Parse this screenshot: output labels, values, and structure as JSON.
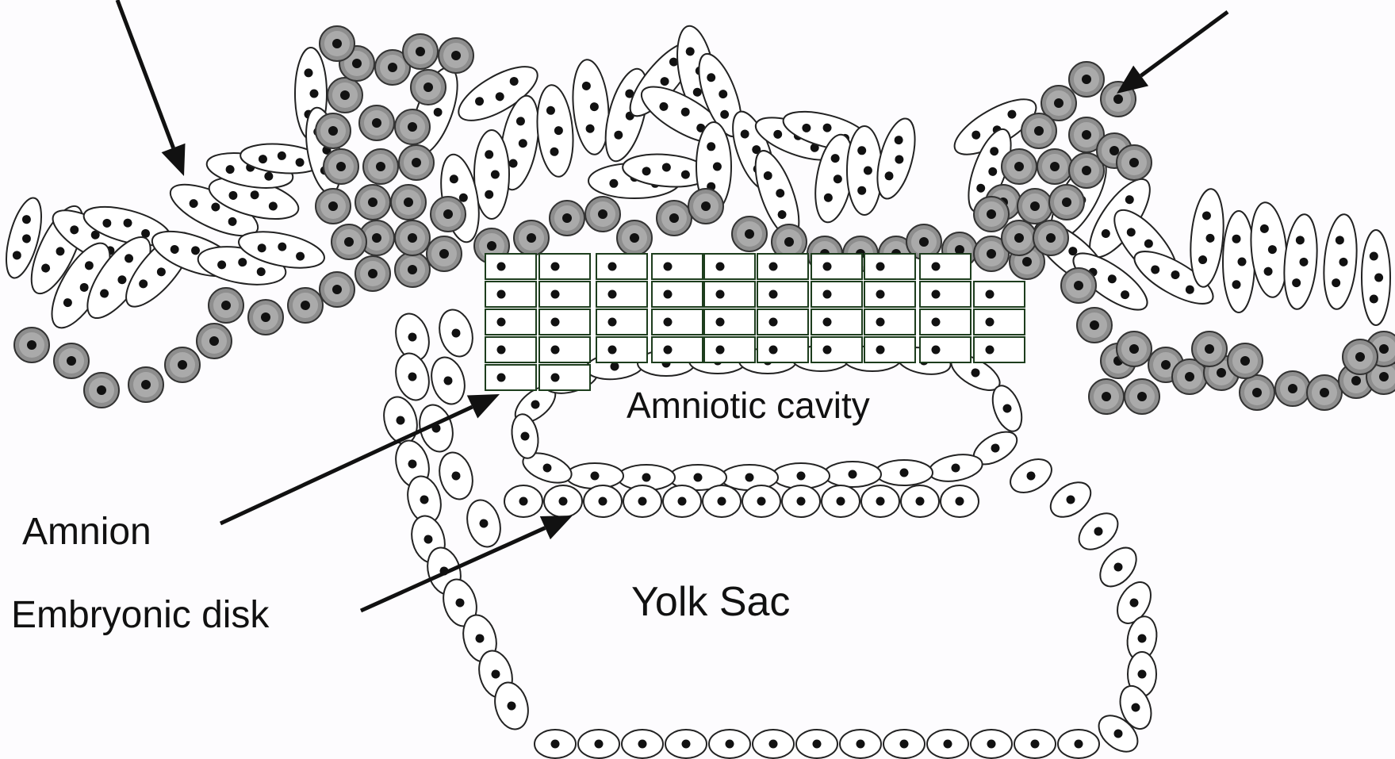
{
  "labels": {
    "amniotic_cavity": "Amniotic cavity",
    "amnion": "Amnion",
    "embryonic_disk": "Embryonic disk",
    "yolk_sac": "Yolk Sac"
  },
  "colors": {
    "background": "#fdfcfe",
    "cytotrophoblast_fill": "#8e8e8e",
    "cell_fill": "#ffffff",
    "nucleus": "#111111",
    "epiblast_outline": "#1d3d1d"
  }
}
